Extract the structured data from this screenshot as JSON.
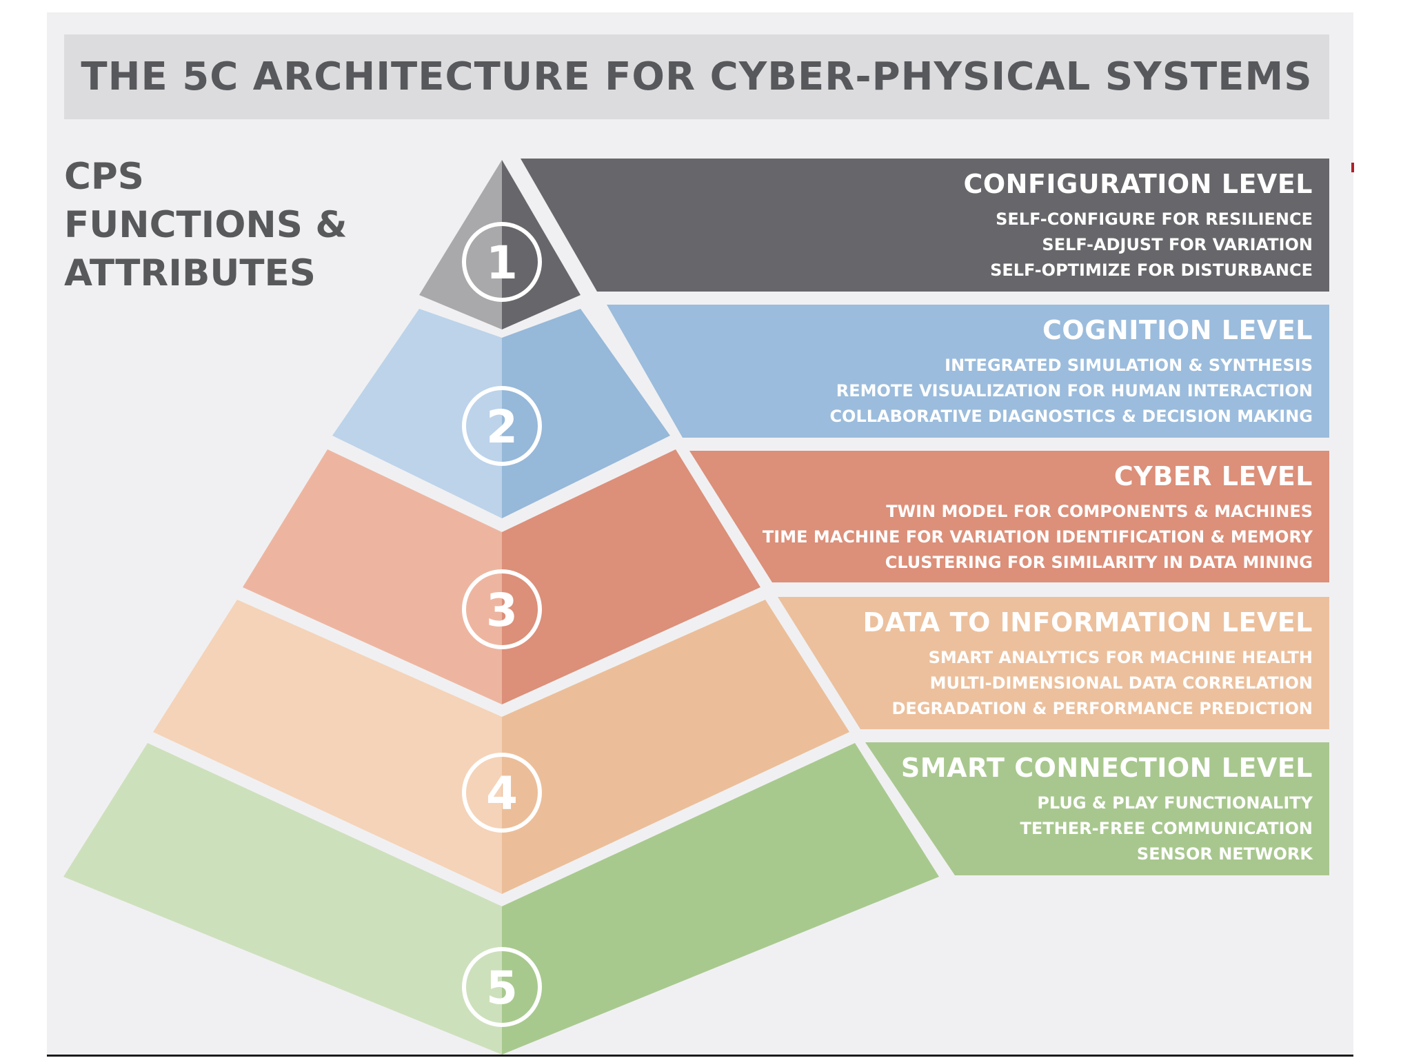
{
  "title": "THE 5C ARCHITECTURE FOR CYBER-PHYSICAL SYSTEMS",
  "side_heading": {
    "line1": "CPS",
    "line2": "FUNCTIONS &",
    "line3": "ATTRIBUTES"
  },
  "levels": [
    {
      "number": "1",
      "title": "CONFIGURATION LEVEL",
      "items": [
        "SELF-CONFIGURE FOR RESILIENCE",
        "SELF-ADJUST FOR VARIATION",
        "SELF-OPTIMIZE FOR DISTURBANCE"
      ],
      "colors": {
        "light": "#a9a9ab",
        "dark": "#67676b",
        "band": "#67676b"
      }
    },
    {
      "number": "2",
      "title": "COGNITION LEVEL",
      "items": [
        "INTEGRATED SIMULATION & SYNTHESIS",
        "REMOTE VISUALIZATION FOR HUMAN INTERACTION",
        "COLLABORATIVE DIAGNOSTICS & DECISION MAKING"
      ],
      "colors": {
        "light": "#bcd3ea",
        "dark": "#96b8d9",
        "band": "#9bbcdc"
      }
    },
    {
      "number": "3",
      "title": "CYBER LEVEL",
      "items": [
        "TWIN MODEL FOR COMPONENTS & MACHINES",
        "TIME MACHINE FOR VARIATION IDENTIFICATION & MEMORY",
        "CLUSTERING FOR SIMILARITY IN DATA MINING"
      ],
      "colors": {
        "light": "#edb5a0",
        "dark": "#dc8f79",
        "band": "#dc8f79"
      }
    },
    {
      "number": "4",
      "title": "DATA TO INFORMATION LEVEL",
      "items": [
        "SMART ANALYTICS FOR MACHINE HEALTH",
        "MULTI-DIMENSIONAL DATA CORRELATION",
        "DEGRADATION & PERFORMANCE PREDICTION"
      ],
      "colors": {
        "light": "#f5d3b8",
        "dark": "#ebbe99",
        "band": "#ecc09d"
      }
    },
    {
      "number": "5",
      "title": "SMART CONNECTION LEVEL",
      "items": [
        "PLUG & PLAY FUNCTIONALITY",
        "TETHER-FREE COMMUNICATION",
        "SENSOR NETWORK"
      ],
      "colors": {
        "light": "#cde0bc",
        "dark": "#a8c98e",
        "band": "#a8c78e"
      }
    }
  ]
}
